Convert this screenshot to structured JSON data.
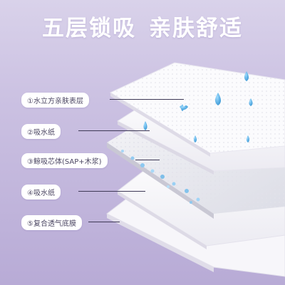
{
  "headline": {
    "part1": "五层锁吸",
    "part2": "亲肤舒适"
  },
  "layers": [
    {
      "label": "①水立方亲肤表层"
    },
    {
      "label": "②吸水纸"
    },
    {
      "label": "③鲸吸芯体(SAP+木浆)"
    },
    {
      "label": "④吸水纸"
    },
    {
      "label": "⑤复合透气底膜"
    }
  ],
  "colors": {
    "background_top": "#d9d2ea",
    "background_bottom": "#b8abd6",
    "droplet": "#3fa6e0",
    "label_text": "#4c4763"
  }
}
